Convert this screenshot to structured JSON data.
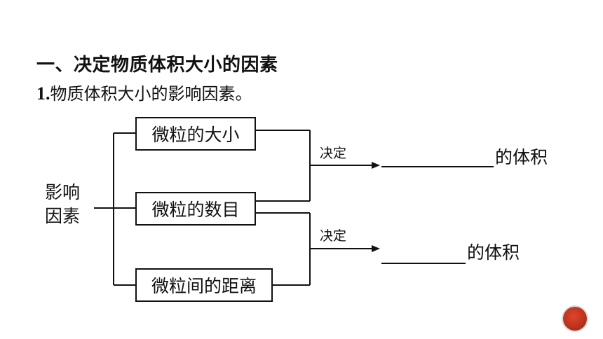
{
  "heading": "一、决定物质体积大小的因素",
  "subheading": {
    "number": "1.",
    "text": "物质体积大小的影响因素。"
  },
  "diagram": {
    "factors_label_line1": "影响",
    "factors_label_line2": "因素",
    "boxes": [
      "微粒的大小",
      "微粒的数目",
      "微粒间的距离"
    ],
    "decide_1": "决定",
    "decide_2": "决定",
    "result_1_suffix": "的体积",
    "result_2_suffix": "的体积"
  },
  "colors": {
    "text": "#111111",
    "badge": "#c0391f"
  }
}
